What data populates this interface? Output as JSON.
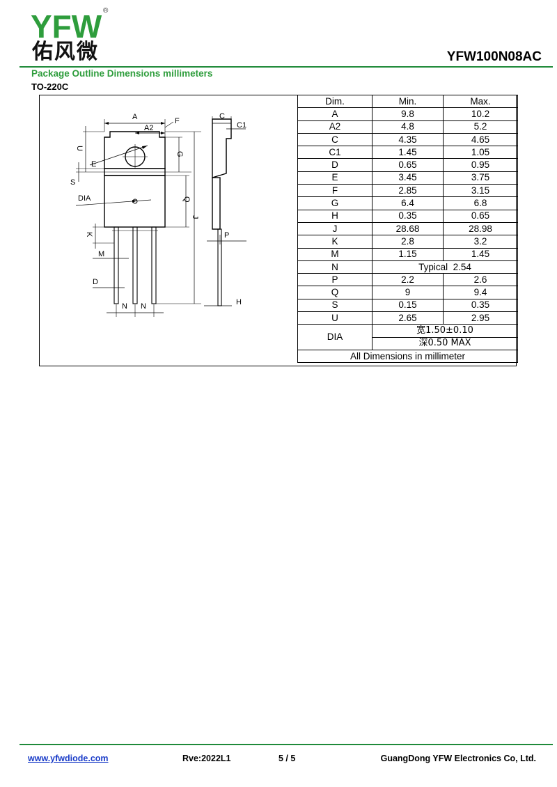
{
  "header": {
    "logo_latin": "YFW",
    "logo_cn": "佑风微",
    "logo_reg": "®",
    "part_number": "YFW100N08AC"
  },
  "section": {
    "title": "Package Outline Dimensions millimeters",
    "package": "TO-220C"
  },
  "drawing": {
    "labels": [
      "A",
      "A2",
      "F",
      "C",
      "C1",
      "U",
      "E",
      "G",
      "S",
      "DIA",
      "Q",
      "J",
      "K",
      "M",
      "D",
      "N",
      "N",
      "P",
      "H"
    ]
  },
  "table": {
    "headers": [
      "Dim.",
      "Min.",
      "Max."
    ],
    "rows": [
      [
        "A",
        "9.8",
        "10.2"
      ],
      [
        "A2",
        "4.8",
        "5.2"
      ],
      [
        "C",
        "4.35",
        "4.65"
      ],
      [
        "C1",
        "1.45",
        "1.05"
      ],
      [
        "D",
        "0.65",
        "0.95"
      ],
      [
        "E",
        "3.45",
        "3.75"
      ],
      [
        "F",
        "2.85",
        "3.15"
      ],
      [
        "G",
        "6.4",
        "6.8"
      ],
      [
        "H",
        "0.35",
        "0.65"
      ],
      [
        "J",
        "28.68",
        "28.98"
      ],
      [
        "K",
        "2.8",
        "3.2"
      ],
      [
        "M",
        "1.15",
        "1.45"
      ]
    ],
    "n_row": {
      "dim": "N",
      "value": "Typical  2.54"
    },
    "rows2": [
      [
        "P",
        "2.2",
        "2.6"
      ],
      [
        "Q",
        "9",
        "9.4"
      ],
      [
        "S",
        "0.15",
        "0.35"
      ],
      [
        "U",
        "2.65",
        "2.95"
      ]
    ],
    "dia": {
      "dim": "DIA",
      "line1": "宽1.50±0.10",
      "line2": "深0.50 MAX"
    },
    "footer": "All Dimensions in millimeter"
  },
  "footer": {
    "website": "www.yfwdiode.com",
    "revision": "Rve:2022L1",
    "page": "5 / 5",
    "company": "GuangDong YFW Electronics Co, Ltd."
  }
}
